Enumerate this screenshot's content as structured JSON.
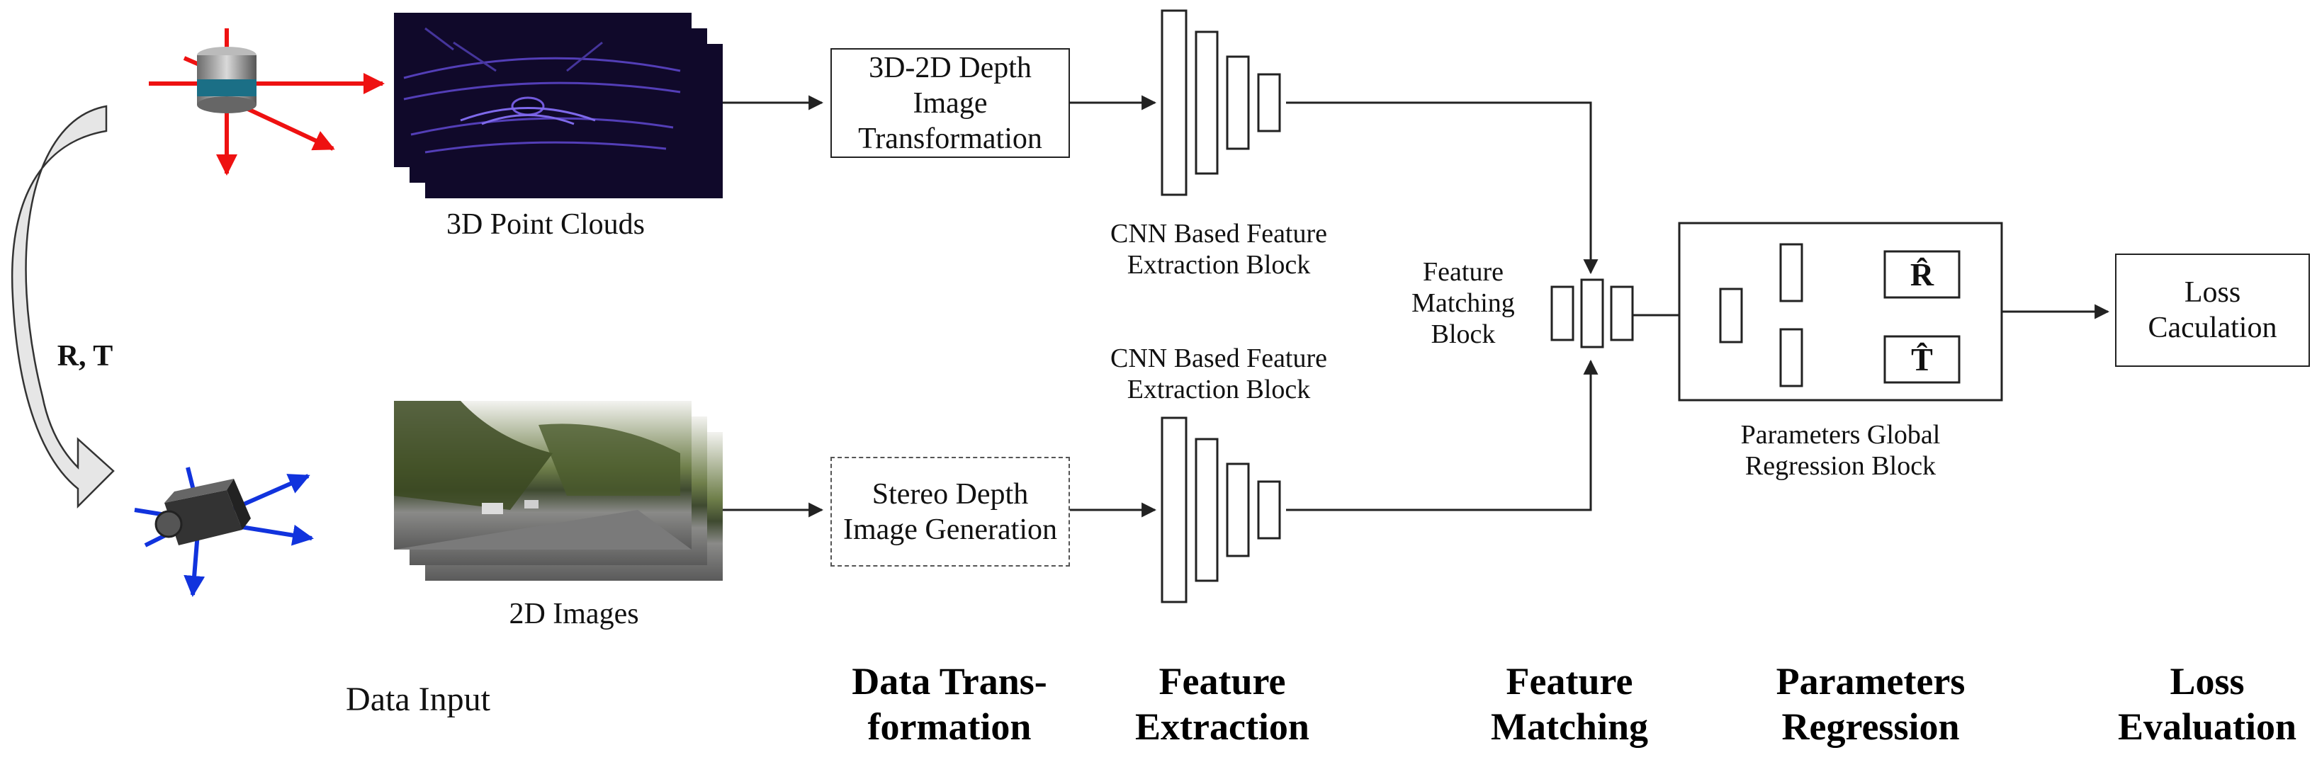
{
  "inputs": {
    "point_cloud_label": "3D Point Clouds",
    "image_label": "2D Images",
    "transform_label": "R, T",
    "section_label": "Data Input"
  },
  "transform": {
    "depth_box": "3D-2D Depth\nImage\nTransformation",
    "stereo_box": "Stereo Depth\nImage Generation"
  },
  "feature_extraction": {
    "top_label": "CNN Based Feature\nExtraction Block",
    "bottom_label": "CNN Based Feature\nExtraction Block"
  },
  "feature_matching": {
    "label": "Feature\nMatching\nBlock"
  },
  "regression": {
    "label": "Parameters Global\nRegression Block",
    "rot_symbol": "R̂",
    "trans_symbol": "T̂"
  },
  "loss": {
    "box": "Loss\nCaculation"
  },
  "stages": {
    "data_transformation": "Data Trans-\nformation",
    "feature_extraction": "Feature\nExtraction",
    "feature_matching": "Feature\nMatching",
    "parameters_regression": "Parameters\nRegression",
    "loss_evaluation": "Loss\nEvaluation"
  },
  "colors": {
    "line": "#222222",
    "axis_red": "#ee1111",
    "axis_blue": "#1133dd",
    "pointcloud_bg": "#10092a",
    "pointcloud_points": "#6a4dd8",
    "arrow_gray": "#e6e6e6"
  }
}
